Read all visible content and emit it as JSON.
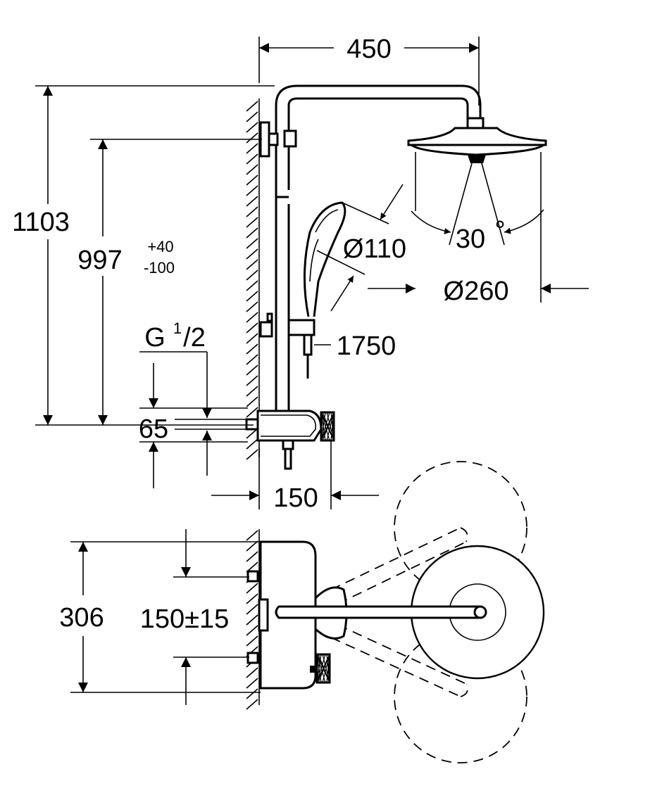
{
  "dimensions": {
    "width_top": "450",
    "height_total": "1103",
    "height_arm": "997",
    "height_tol_plus": "+40",
    "height_tol_minus": "-100",
    "hand_shower_dia": "Ø110",
    "head_spread": "30",
    "degree_symbol": "°",
    "head_dia": "Ø260",
    "hose_length": "1750",
    "thread_g": "G",
    "thread_num": "1",
    "thread_den": "/2",
    "inlet_spacing": "65",
    "mixer_depth": "150",
    "plan_height": "306",
    "plan_centres": "150±15"
  }
}
